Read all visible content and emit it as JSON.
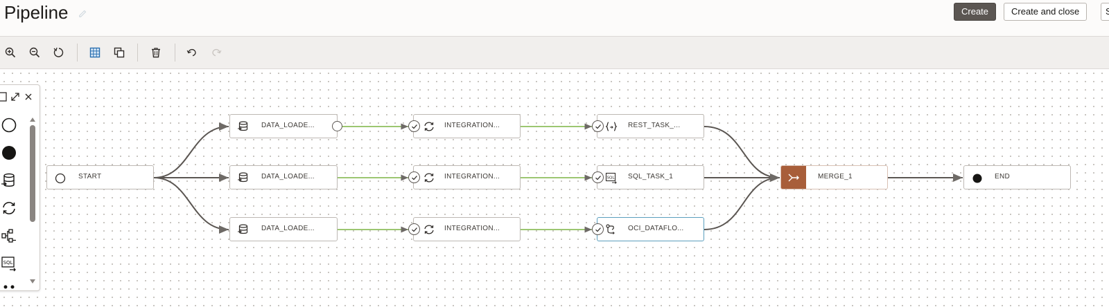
{
  "header": {
    "title": "Pipeline",
    "buttons": {
      "create": "Create",
      "create_and_close": "Create and close",
      "third": "S"
    }
  },
  "toolbar": {
    "tools": [
      "zoom-in-icon",
      "zoom-out-icon",
      "reset-icon",
      "grid-icon",
      "copy-icon",
      "delete-icon",
      "undo-icon",
      "redo-icon"
    ]
  },
  "canvas": {
    "nodes": {
      "start": "START",
      "data_loader_1": "DATA_LOADE...",
      "data_loader_2": "DATA_LOADE...",
      "data_loader_3": "DATA_LOADE...",
      "integration_1": "INTEGRATION...",
      "integration_2": "INTEGRATION...",
      "integration_3": "INTEGRATION...",
      "rest_task": "REST_TASK_...",
      "sql_task": "SQL_TASK_1",
      "oci_dataflow": "OCI_DATAFLO...",
      "merge": "MERGE_1",
      "end": "END"
    },
    "colors": {
      "edge": "#5b5652",
      "edge_success": "#7cb342",
      "merge": "#a85e3a",
      "selected_border": "#5a9ebd"
    }
  },
  "palette": {
    "items": [
      "start-operator-icon",
      "end-operator-icon",
      "data-loader-icon",
      "integration-task-icon",
      "pipeline-task-icon",
      "sql-task-icon"
    ]
  }
}
